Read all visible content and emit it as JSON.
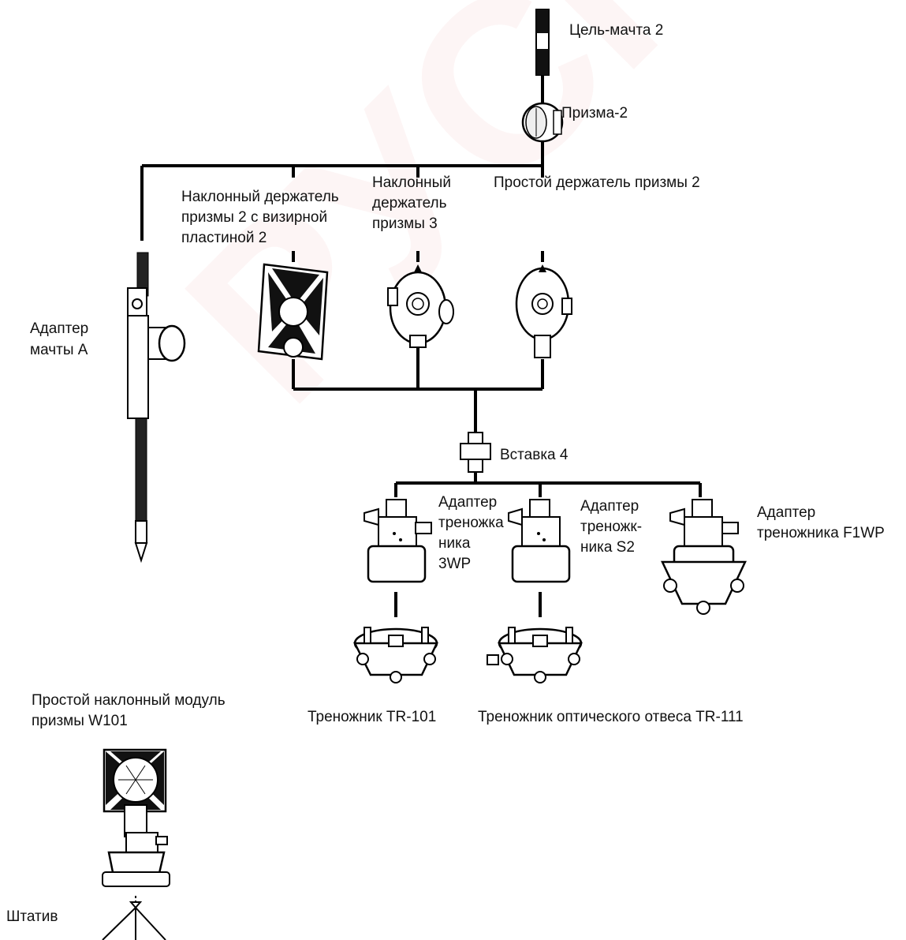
{
  "labels": {
    "target_pole": "Цель-мачта 2",
    "prism": "Призма-2",
    "tilt_holder_1": "Наклонный держатель",
    "tilt_holder_2": "призмы 2 с визирной",
    "tilt_holder_3": "пластиной 2",
    "tilt_holder3_1": "Наклонный",
    "tilt_holder3_2": "держатель",
    "tilt_holder3_3": "призмы 3",
    "simple_holder": "Простой держатель призмы 2",
    "pole_adapter_1": "Адаптер",
    "pole_adapter_2": "мачты А",
    "insert": "Вставка 4",
    "tribrach_adapter_3wp_1": "Адаптер",
    "tribrach_adapter_3wp_2": "треножка",
    "tribrach_adapter_3wp_3": "ника",
    "tribrach_adapter_3wp_4": "3WP",
    "tribrach_adapter_s2_1": "Адаптер",
    "tribrach_adapter_s2_2": "треножк-",
    "tribrach_adapter_s2_3": "ника S2",
    "tribrach_adapter_f1wp_1": "Адаптер",
    "tribrach_adapter_f1wp_2": "треножника F1WP",
    "tribrach_tr101": "Треножник TR-101",
    "tribrach_tr111": "Треножник оптического отвеса TR-111",
    "tilt_module_1": "Простой наклонный модуль",
    "tilt_module_2": "призмы W101",
    "tripod": "Штатив"
  },
  "watermark": "РУСГЕО",
  "colors": {
    "line": "#000000",
    "text": "#111111",
    "watermark": "#d63c3c"
  }
}
